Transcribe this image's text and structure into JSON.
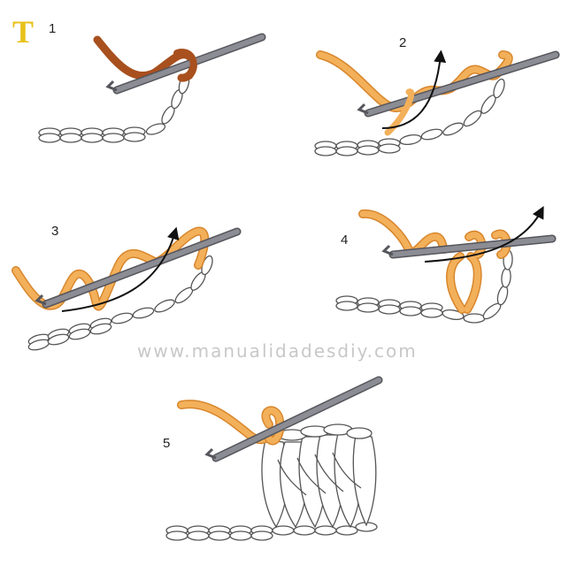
{
  "brand_mark": "T",
  "watermark": "www.manualidadesdiy.com",
  "steps": [
    {
      "number": "1"
    },
    {
      "number": "2"
    },
    {
      "number": "3"
    },
    {
      "number": "4"
    },
    {
      "number": "5"
    }
  ],
  "colors": {
    "background": "#ffffff",
    "hook": "#8c8c94",
    "hook_edge": "#55555c",
    "yarn_step1": "#a8501e",
    "yarn_light": "#f3b05a",
    "yarn_light_edge": "#d8862c",
    "stitch_outline": "#555555",
    "arrow": "#111111",
    "brand_mark": "#e8c21a",
    "watermark": "#c8c8c8"
  },
  "icons": {
    "hook": "crochet-hook-icon",
    "arrow": "curved-arrow-icon"
  }
}
